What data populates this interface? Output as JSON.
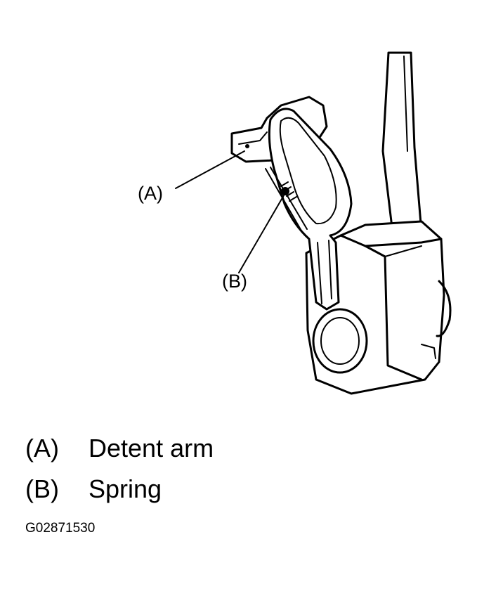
{
  "callouts": {
    "a": "(A)",
    "b": "(B)"
  },
  "legend": [
    {
      "key": "(A)",
      "label": "Detent arm"
    },
    {
      "key": "(B)",
      "label": "Spring"
    }
  ],
  "figure_id": "G02871530",
  "colors": {
    "ink": "#000000",
    "paper": "#ffffff"
  }
}
